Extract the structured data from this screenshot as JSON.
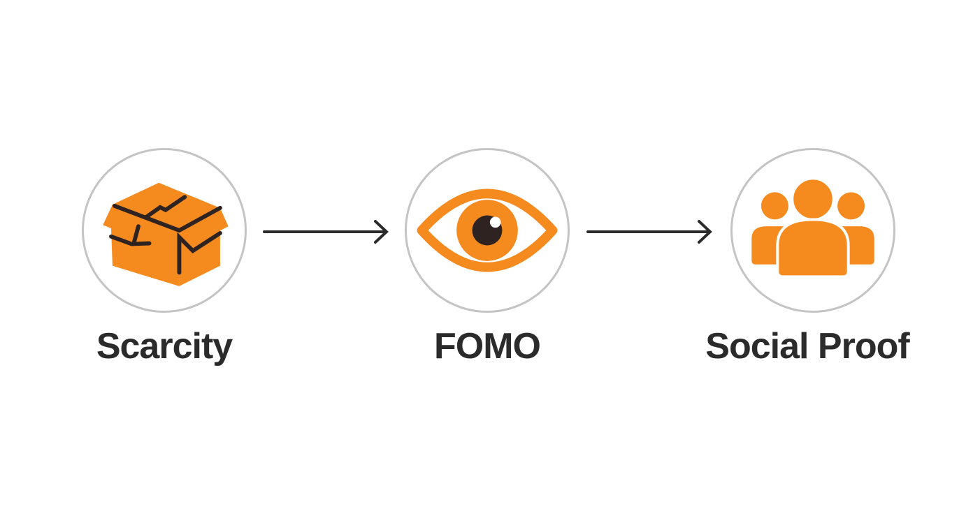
{
  "diagram": {
    "type": "flow",
    "direction": "left-to-right",
    "colors": {
      "accent": "#F58A1F",
      "icon_line": "#2e2320",
      "circle_border": "#c4c4c4",
      "text": "#2b2b2b",
      "arrow": "#2b2b2b"
    },
    "nodes": [
      {
        "id": "scarcity",
        "label": "Scarcity",
        "icon": "open-box-icon"
      },
      {
        "id": "fomo",
        "label": "FOMO",
        "icon": "eye-icon"
      },
      {
        "id": "social-proof",
        "label": "Social Proof",
        "icon": "group-people-icon"
      }
    ],
    "edges": [
      {
        "from": "scarcity",
        "to": "fomo"
      },
      {
        "from": "fomo",
        "to": "social-proof"
      }
    ]
  }
}
